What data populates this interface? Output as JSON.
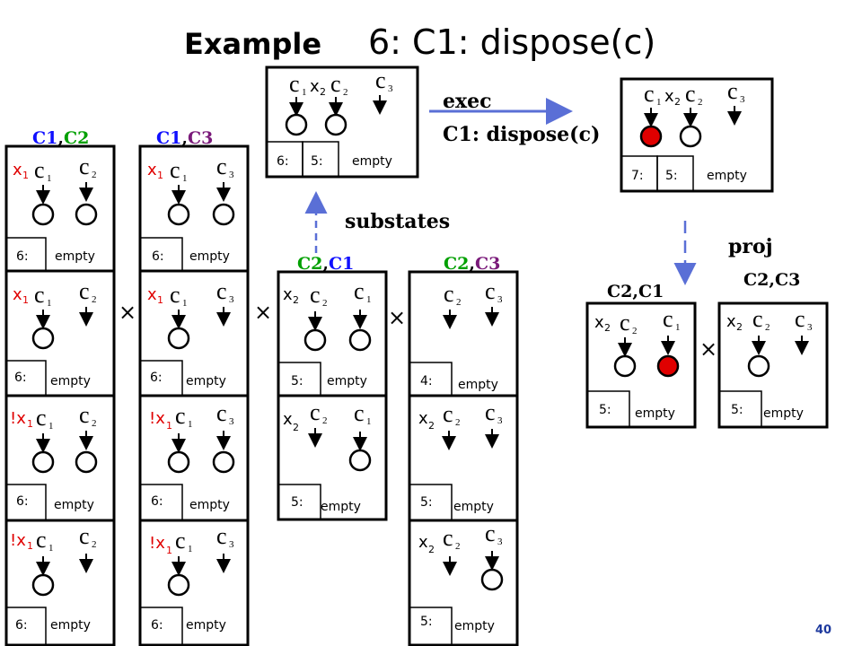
{
  "title": {
    "bold": "Example",
    "rest": "6: C1: dispose(c)"
  },
  "page_number": "40",
  "colors": {
    "red": "#e00000",
    "blue": "#1010ff",
    "purple": "#7a1a7a",
    "green": "#00a000",
    "navy": "#1f2f8f"
  },
  "labels": {
    "exec": "exec",
    "exec_cmd": "C1: dispose(c)",
    "substates": "substates",
    "proj": "proj",
    "times": "×",
    "empty": "empty",
    "c": "c",
    "x": "x",
    "not_x": "!x",
    "comma": ",",
    "mem6": "6:",
    "mem5": "5:",
    "mem7": "7:",
    "mem4": "4:",
    "sub1": "1",
    "sub2": "2",
    "sub3": "3"
  },
  "headers": {
    "c1c2": {
      "a": "C1",
      "b": "C2"
    },
    "c1c3": {
      "a": "C1",
      "b": "C3"
    },
    "c2c1": {
      "a": "C2",
      "b": "C1"
    },
    "c2c3": {
      "a": "C2",
      "b": "C3"
    },
    "proj_c2c1": "C2,C1",
    "proj_c2c3": "C2,C3"
  }
}
